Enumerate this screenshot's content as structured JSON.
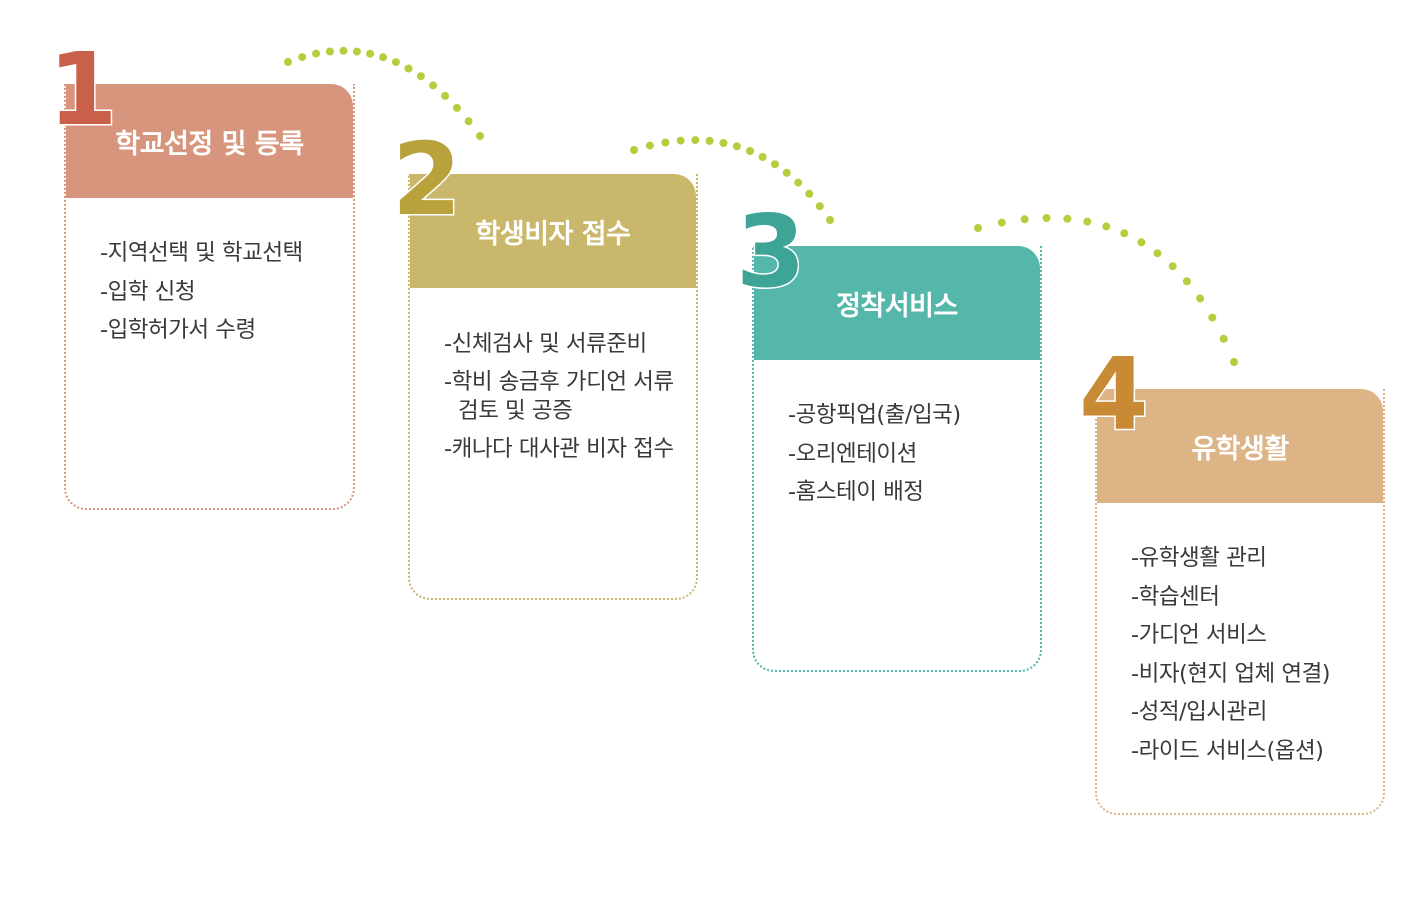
{
  "steps": [
    {
      "number": "1",
      "title": "학교선정 및 등록",
      "items": [
        "-지역선택 및 학교선택",
        "-입학 신청",
        "-입학허가서 수령"
      ]
    },
    {
      "number": "2",
      "title": "학생비자 접수",
      "items": [
        "-신체검사 및 서류준비",
        "-학비 송금후 가디언 서류 검토 및 공증",
        "-캐나다 대사관 비자 접수"
      ]
    },
    {
      "number": "3",
      "title": "정착서비스",
      "items": [
        "-공항픽업(출/입국)",
        "-오리엔테이션",
        "-홈스테이 배정"
      ]
    },
    {
      "number": "4",
      "title": "유학생활",
      "items": [
        "-유학생활 관리",
        "-학습센터",
        "-가디언 서비스",
        "-비자(현지 업체 연결)",
        "-성적/입시관리",
        "-라이드 서비스(옵션)"
      ]
    }
  ],
  "colors": {
    "step1_head": "#d8957d",
    "step1_num": "#c9604a",
    "step2_head": "#c9b86c",
    "step2_num": "#b9a13c",
    "step3_head": "#55b7aa",
    "step3_num": "#3ea596",
    "step4_head": "#dcb486",
    "step4_num": "#c98a35",
    "arc_dots": "#b9cc3e"
  }
}
